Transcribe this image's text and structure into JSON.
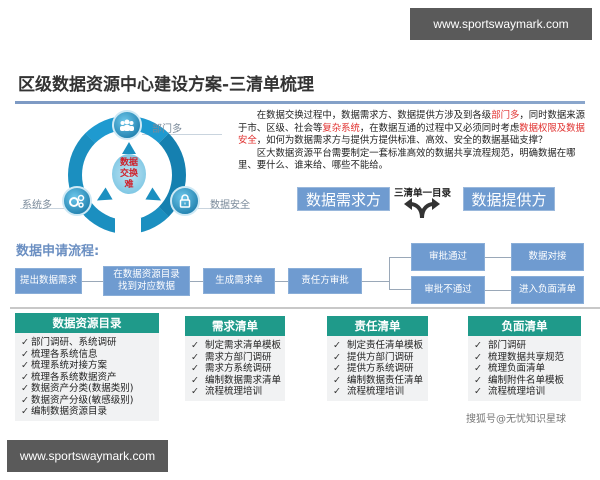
{
  "watermarks": {
    "top": "www.sportswaymark.com",
    "bottom": "www.sportswaymark.com"
  },
  "title": "区级数据资源中心建设方案-三清单梳理",
  "cycle": {
    "center": [
      "数据",
      "交换",
      "难"
    ],
    "nodes": [
      {
        "label": "部门多",
        "icon": "people-icon"
      },
      {
        "label": "系统多",
        "icon": "gears-icon"
      },
      {
        "label": "数据安全",
        "icon": "lock-icon"
      }
    ]
  },
  "paragraph": {
    "p1_a": "在数据交换过程中，数据需求方、数据提供方涉及到各级",
    "p1_hl1": "部门多",
    "p1_b": "，同时数据来源于市、区级、社会等",
    "p1_hl2": "复杂系统",
    "p1_c": "，在数据互通的过程中又必须同时考虑",
    "p1_hl3": "数据权限及数据安全",
    "p1_d": "，如何为数据需求方与提供方提供标准、高效、安全的数据基础支撑？",
    "p2": "区大数据资源平台需要制定一套标准高效的数据共享流程规范，明确数据在哪里、要什么、谁来给、哪些不能给。"
  },
  "parties": {
    "demand": "数据需求方",
    "caption": "三清单一目录",
    "supply": "数据提供方"
  },
  "flow": {
    "title": "数据申请流程:",
    "steps": [
      "提出数据需求",
      "在数据资源目录\n找到对应数据",
      "生成需求单",
      "责任方审批"
    ],
    "branches": [
      {
        "decision": "审批通过",
        "result": "数据对接"
      },
      {
        "decision": "审批不通过",
        "result": "进入负面清单"
      }
    ]
  },
  "lists": [
    {
      "title": "数据资源目录",
      "items": [
        "部门调研、系统调研",
        "梳理各系统信息",
        "梳理系统对接方案",
        "梳理各系统数据资产",
        "数据资产分类(数据类别)",
        "数据资产分级(敏感级别)",
        "编制数据资源目录"
      ]
    },
    {
      "title": "需求清单",
      "items": [
        "制定需求清单模板",
        "需求方部门调研",
        "需求方系统调研",
        "编制数据需求清单",
        "流程梳理培训"
      ]
    },
    {
      "title": "责任清单",
      "items": [
        "制定责任清单模板",
        "提供方部门调研",
        "提供方系统调研",
        "编制数据责任清单",
        "流程梳理培训"
      ]
    },
    {
      "title": "负面清单",
      "items": [
        "部门调研",
        "梳理数据共享规范",
        "梳理负面清单",
        "编制附件名单模板",
        "流程梳理培训"
      ]
    }
  ],
  "check_mark": "✓",
  "source_credit": "搜狐号@无忧知识星球",
  "colors": {
    "flow_box": "#6f9bd0",
    "card_header": "#1f9a8a",
    "highlight": "#e0302e",
    "rule": "#7d9ac4"
  }
}
